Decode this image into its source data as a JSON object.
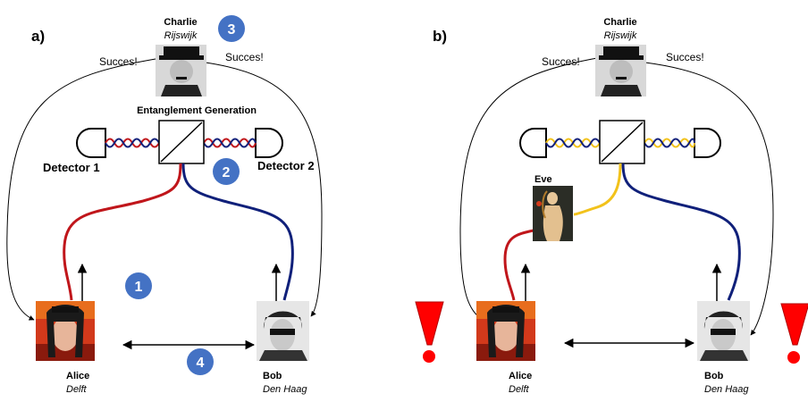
{
  "panel_a": {
    "label": "a)",
    "charlie": {
      "name": "Charlie",
      "place": "Rijswijk"
    },
    "success_left": "Succes!",
    "success_right": "Succes!",
    "entanglement": "Entanglement Generation",
    "detector1": "Detector 1",
    "detector2": "Detector 2",
    "alice": {
      "name": "Alice",
      "place": "Delft"
    },
    "bob": {
      "name": "Bob",
      "place": "Den Haag"
    },
    "steps": [
      "1",
      "2",
      "3",
      "4"
    ]
  },
  "panel_b": {
    "label": "b)",
    "charlie": {
      "name": "Charlie",
      "place": "Rijswijk"
    },
    "success_left": "Succes!",
    "success_right": "Succes!",
    "eve": "Eve",
    "alice": {
      "name": "Alice",
      "place": "Delft"
    },
    "bob": {
      "name": "Bob",
      "place": "Den Haag"
    }
  },
  "colors": {
    "red_fiber": "#c0161b",
    "blue_fiber": "#10207a",
    "yellow_fiber": "#f2c21b",
    "step_badge": "#4472c4",
    "warning": "#ff0000"
  }
}
